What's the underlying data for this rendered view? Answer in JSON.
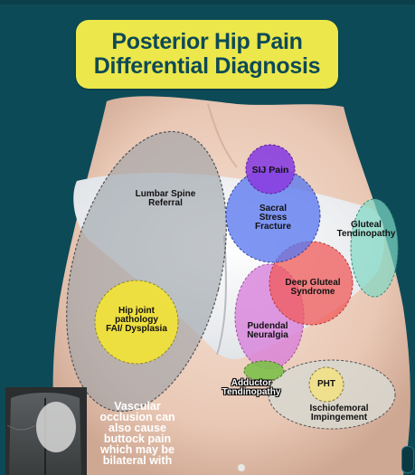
{
  "title": {
    "line1": "Posterior Hip Pain",
    "line2": "Differential Diagnosis"
  },
  "regions": {
    "lumbar": {
      "line1": "Lumbar Spine",
      "line2": "Referral"
    },
    "sij": {
      "text": "SIJ Pain"
    },
    "sacral": {
      "line1": "Sacral",
      "line2": "Stress",
      "line3": "Fracture"
    },
    "gluteal_tendinopathy": {
      "line1": "Gluteal",
      "line2": "Tendinopathy"
    },
    "deep_gluteal": {
      "line1": "Deep Gluteal",
      "line2": "Syndrome"
    },
    "hip_joint": {
      "line1": "Hip joint",
      "line2": "pathology",
      "line3": "FAI/ Dysplasia"
    },
    "pudendal": {
      "line1": "Pudendal",
      "line2": "Neuralgia"
    },
    "adductor": {
      "line1": "Adductor",
      "line2": "Tendinopathy"
    },
    "pht": {
      "text": "PHT"
    },
    "ischiofemoral": {
      "line1": "Ischiofemoral",
      "line2": "Impingement"
    }
  },
  "inset_text": {
    "line1": "Vascular",
    "line2": "occlusion can",
    "line3": "also cause",
    "line4": "buttock pain",
    "line5": "which may be",
    "line6": "bilateral with"
  },
  "colors": {
    "background": "#0d4a57",
    "title_bg": "#ece74a",
    "title_text": "#0d4a57",
    "sij": "#8a3fe0",
    "sacral": "#5b78f0",
    "deep_gluteal": "#f05a5a",
    "gluteal_tendinopathy": "#7fd9c4",
    "hip_joint": "#f0e23a",
    "pudendal": "#d77ad9",
    "adductor": "#7cc04a",
    "lumbar": "#9aa0a6",
    "ischiofemoral": "#d8d8d0"
  }
}
